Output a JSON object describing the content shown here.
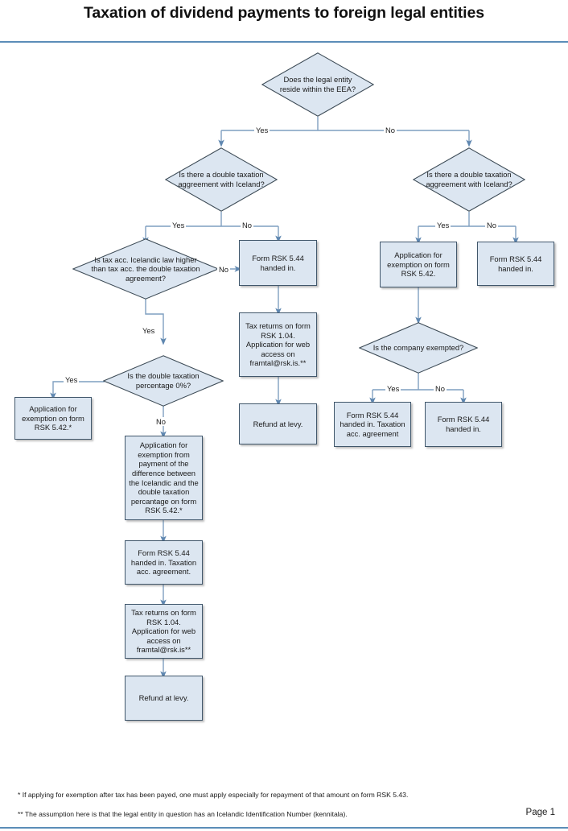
{
  "document": {
    "title": "Taxation of dividend payments to foreign legal entities",
    "page_label": "Page 1",
    "accent_color": "#5b8db8",
    "node_fill_color": "#dce6f1",
    "node_border_color": "#41576b",
    "connector_color": "#7f9fc0"
  },
  "nodes": {
    "q_eea": "Does the legal entity reside within the EEA?",
    "q_dta_left": "Is there a double taxation aggreement with Iceland?",
    "q_dta_right": "Is there a double taxation aggreement with Iceland?",
    "q_tax_higher": "Is tax acc. Icelandic law higher than tax acc. the double taxation agreement?",
    "q_percent_zero": "Is the double taxation percentage 0%?",
    "q_exempted": "Is the company exempted?",
    "box_exempt_542_star": "Application for exemption on form RSK 5.42.*",
    "box_exempt_diff": "Application for exemption from payment of the difference between the Icelandic and the double taxation percantage on form RSK 5.42.*",
    "box_form544_tax_acc": "Form RSK 5.44 handed in. Taxation acc. agreement.",
    "box_tax_returns_left": "Tax returns on form RSK 1.04. Application for web access on framtal@rsk.is**",
    "box_refund_left": "Refund at levy.",
    "box_form544_mid": "Form RSK 5.44 handed in.",
    "box_tax_returns_mid": "Tax returns on form RSK 1.04. Application for web access on framtal@rsk.is.**",
    "box_refund_mid": "Refund at levy.",
    "box_exempt_542": "Application for exemption on form RSK 5.42.",
    "box_form544_right": "Form RSK 5.44 handed in.",
    "box_form544_exempt_yes": "Form RSK 5.44 handed in. Taxation acc. agreement",
    "box_form544_exempt_no": "Form RSK 5.44 handed in."
  },
  "edge_labels": {
    "eea_yes": "Yes",
    "eea_no": "No",
    "dta_left_yes": "Yes",
    "dta_left_no": "No",
    "tax_higher_yes": "Yes",
    "tax_higher_no": "No",
    "percent_zero_yes": "Yes",
    "percent_zero_no": "No",
    "dta_right_yes": "Yes",
    "dta_right_no": "No",
    "exempted_yes": "Yes",
    "exempted_no": "No"
  },
  "footnotes": {
    "single_star": "* If applying for exemption after tax has been payed, one must apply especially for repayment of that amount on form RSK 5.43.",
    "double_star": "** The assumption here is that the legal entity in question has an Icelandic Identification Number (kennitala)."
  }
}
